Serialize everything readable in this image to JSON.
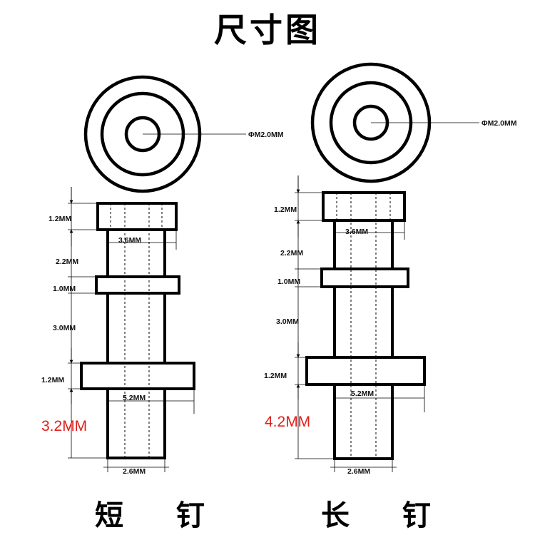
{
  "title": "尺寸图",
  "short_pin": {
    "caption": "短 钉",
    "phi": "ΦM2.0MM",
    "dims": {
      "head_h": "1.2MM",
      "head_w": "3.6MM",
      "gap1": "2.2MM",
      "collar_h": "1.0MM",
      "gap2": "3.0MM",
      "flange_h": "1.2MM",
      "flange_w": "5.2MM",
      "tail_len": "3.2MM",
      "shaft_w": "2.6MM"
    }
  },
  "long_pin": {
    "caption": "长 钉",
    "phi": "ΦM2.0MM",
    "dims": {
      "head_h": "1.2MM",
      "head_w": "3.6MM",
      "gap1": "2.2MM",
      "collar_h": "1.0MM",
      "gap2": "3.0MM",
      "flange_h": "1.2MM",
      "flange_w": "5.2MM",
      "tail_len": "4.2MM",
      "shaft_w": "2.6MM"
    }
  },
  "colors": {
    "line": "#000000",
    "highlight": "#e0201b",
    "background": "#ffffff"
  }
}
